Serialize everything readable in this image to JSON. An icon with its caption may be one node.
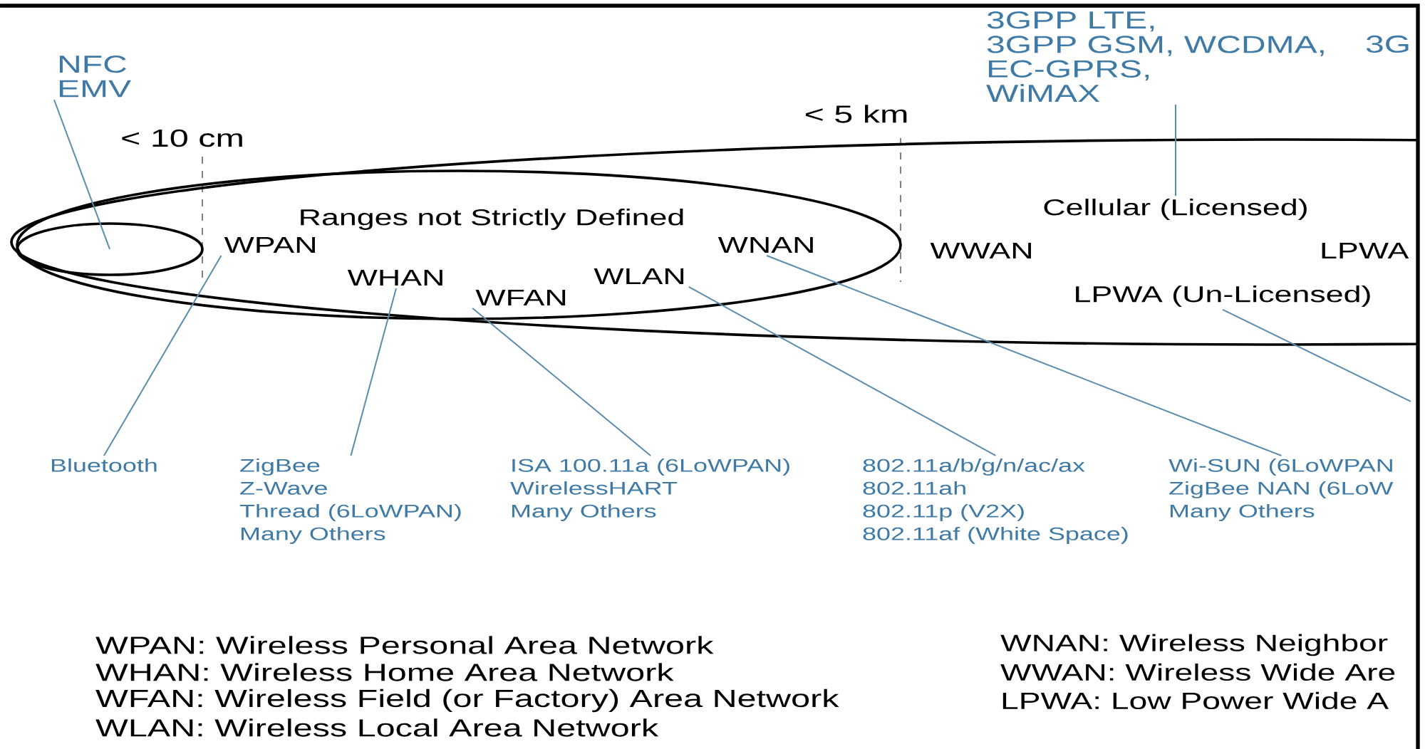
{
  "diagram": {
    "nodes": [
      {
        "text": [],
        "shape": "ellipse"
      },
      {
        "text": [
          "Ranges not Strictly Defined"
        ],
        "in": 0
      },
      {
        "text": [],
        "shape": "ellipse",
        "in": 1
      },
      {
        "text": [
          "NFC",
          "EMV"
        ]
      },
      {
        "text": [
          "WPAN"
        ],
        "in": 1
      },
      {
        "text": [
          "WHAN"
        ],
        "in": 1
      },
      {
        "text": [
          "WFAN"
        ],
        "in": 1
      },
      {
        "text": [
          "WLAN"
        ],
        "in": 1
      },
      {
        "text": [
          "WNAN"
        ],
        "in": 1
      },
      {
        "text": [
          "WWAN"
        ],
        "in": 0
      },
      {
        "text": [
          "Cellular (Licensed)"
        ],
        "in": 0
      },
      {
        "text": [
          "LPWA"
        ],
        "in": 0
      },
      {
        "text": [
          "LPWA (Un-Licensed)"
        ],
        "in": 0
      },
      {
        "text": [
          "3GPP LTE,",
          "3GPP GSM, WCDMA,",
          "EC-GPRS,",
          "WiMAX"
        ]
      },
      {
        "text": [
          "3G"
        ]
      },
      {
        "text": [
          "Bluetooth"
        ]
      },
      {
        "text": [
          "ZigBee",
          "Z-Wave",
          "Thread (6LoWPAN)",
          "Many Others"
        ]
      },
      {
        "text": [
          "ISA 100.11a (6LoWPAN)",
          "WirelessHART",
          "Many Others"
        ]
      },
      {
        "text": [
          "802.11a/b/g/n/ac/ax",
          "802.11ah",
          "802.11p (V2X)",
          "802.11af (White Space)"
        ]
      },
      {
        "text": [
          "Wi-SUN (6LoWPAN",
          "ZigBee NAN (6LoW",
          "Many Others"
        ]
      }
    ],
    "edges": [
      {
        "from": 3,
        "to": 2,
        "arrow": "none"
      },
      {
        "from": 4,
        "to": 15,
        "arrow": "none"
      },
      {
        "from": 5,
        "to": 16,
        "arrow": "none"
      },
      {
        "from": 6,
        "to": 17,
        "arrow": "none"
      },
      {
        "from": 7,
        "to": 18,
        "arrow": "none"
      },
      {
        "from": 8,
        "to": 19,
        "arrow": "none"
      },
      {
        "from": 10,
        "to": 13,
        "arrow": "none"
      },
      {
        "from": 12,
        "to": null,
        "arrow": "none"
      }
    ],
    "labels": [
      "< 10 cm",
      "< 5 km",
      "WPAN: Wireless Personal Area Network",
      "WHAN: Wireless Home Area Network",
      "WFAN: Wireless Field (or Factory) Area Network",
      "WLAN: Wireless Local Area Network",
      "WNAN: Wireless Neighbor",
      "WWAN: Wireless Wide Are",
      "LPWA: Low Power Wide A"
    ]
  }
}
